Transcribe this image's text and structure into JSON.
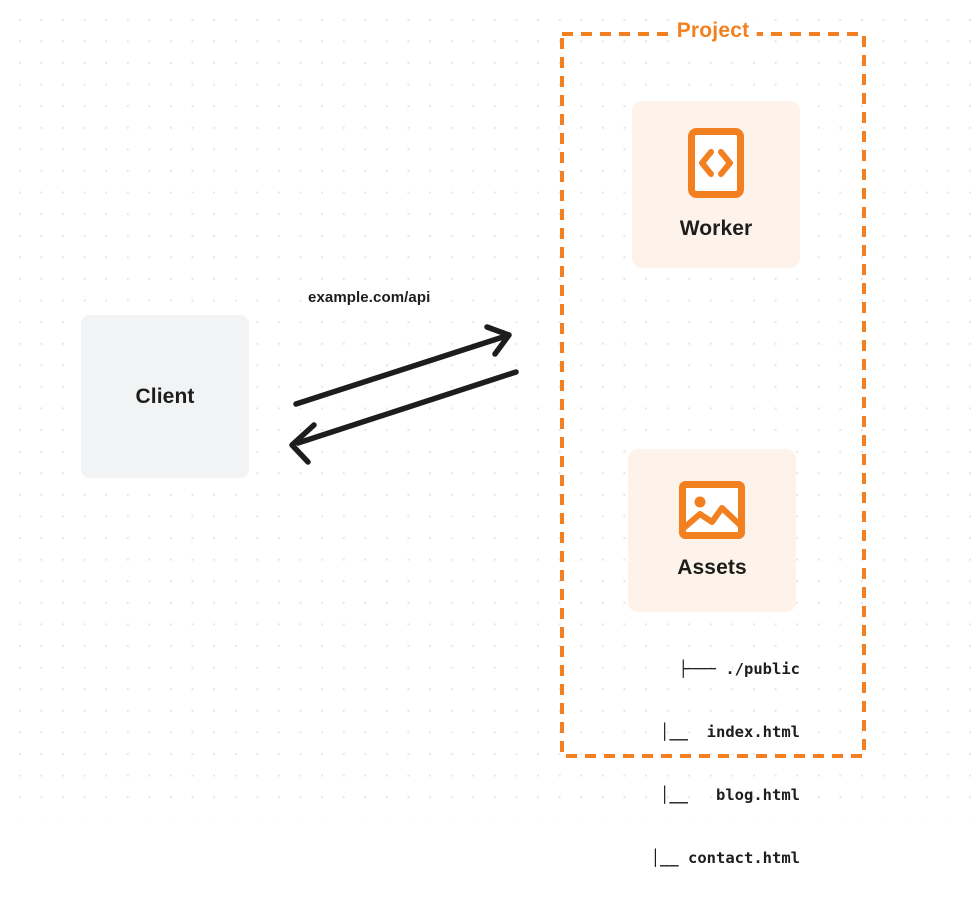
{
  "diagram": {
    "title": "Project",
    "background": {
      "style": "dot-grid",
      "dot_color": "#e7e7e9",
      "page_color": "#ffffff"
    },
    "colors": {
      "accent": "#f38020",
      "card_background": "#fdf3ea",
      "client_background": "#f2f3f5",
      "text": "#1d1d1b"
    }
  },
  "client": {
    "label": "Client",
    "icon": "client-box-icon"
  },
  "connection": {
    "label": "example.com/api",
    "request_arrow": "arrow-right-icon",
    "response_arrow": "arrow-left-icon",
    "stroke_color": "#1d1d1b"
  },
  "project": {
    "label": "Project",
    "border_style": "dashed",
    "border_color": "#f38020",
    "services": [
      {
        "label": "Worker",
        "icon": "code-brackets-icon"
      },
      {
        "label": "Assets",
        "icon": "image-picture-icon"
      }
    ]
  },
  "file_tree": {
    "rows": [
      "├─── ./public",
      "│__  index.html",
      "│__   blog.html",
      "│__ contact.html"
    ]
  }
}
